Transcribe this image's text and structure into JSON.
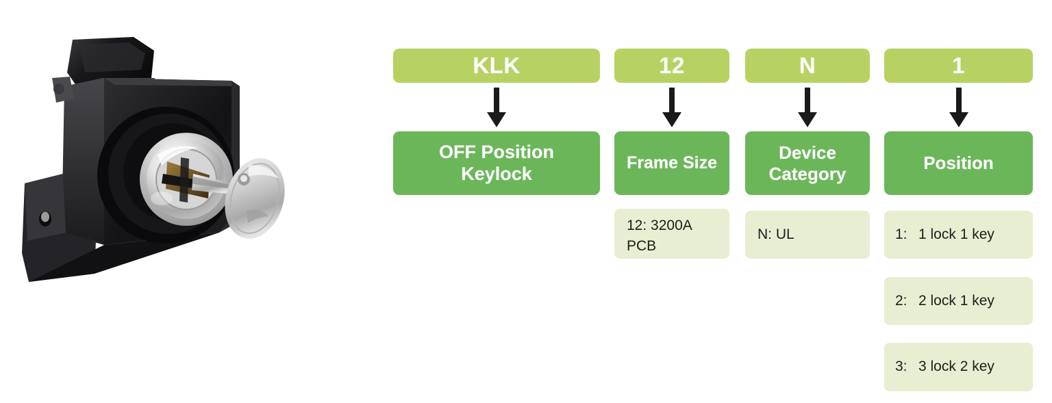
{
  "product_image": {
    "alt": "OFF position keylock device, black housing with chrome cylinder and inserted silver key"
  },
  "diagram": {
    "columns": [
      {
        "code": "KLK",
        "label": "OFF Position\nKeylock",
        "descriptions": []
      },
      {
        "code": "12",
        "label": "Frame Size",
        "descriptions": [
          {
            "key": "",
            "text": "12: 3200A\nPCB"
          }
        ]
      },
      {
        "code": "N",
        "label": "Device\nCategory",
        "descriptions": [
          {
            "key": "",
            "text": "N: UL"
          }
        ]
      },
      {
        "code": "1",
        "label": "Position",
        "descriptions": [
          {
            "key": "1:",
            "text": "1 lock 1 key"
          },
          {
            "key": "2:",
            "text": "2 lock 1 key"
          },
          {
            "key": "3:",
            "text": "3 lock 2 key"
          }
        ]
      }
    ],
    "arrow_icon": "down-arrow-icon"
  },
  "colors": {
    "code_box": "#b7d263",
    "label_box": "#6cb65a",
    "desc_box": "#e8eed2",
    "arrow": "#1a1a1a",
    "background": "#ffffff"
  }
}
